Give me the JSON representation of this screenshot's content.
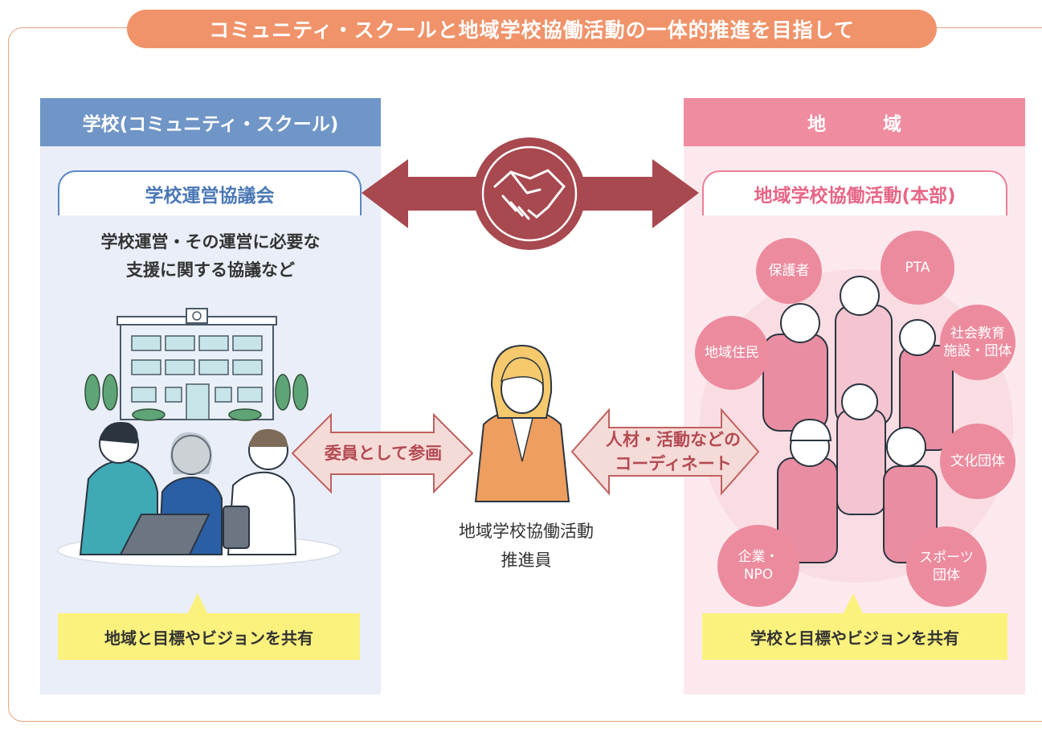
{
  "title": "コミュニティ・スクールと地域学校協働活動の一体的推進を目指して",
  "left": {
    "header": "学校(コミュニティ・スクール)",
    "box_title": "学校運営協議会",
    "desc_line1": "学校運営・その運営に必要な",
    "desc_line2": "支援に関する協議など",
    "share": "地域と目標やビジョンを共有"
  },
  "right": {
    "header": "地　域",
    "box_title": "地域学校協働活動(本部)",
    "share": "学校と目標やビジョンを共有",
    "groups": [
      {
        "line1": "保護者",
        "line2": ""
      },
      {
        "line1": "PTA",
        "line2": ""
      },
      {
        "line1": "社会教育",
        "line2": "施設・団体"
      },
      {
        "line1": "地域住民",
        "line2": ""
      },
      {
        "line1": "文化団体",
        "line2": ""
      },
      {
        "line1": "企業・",
        "line2": "NPO"
      },
      {
        "line1": "スポーツ",
        "line2": "団体"
      }
    ]
  },
  "center": {
    "left_arrow_label": "委員として参画",
    "right_arrow_line1": "人材・活動などの",
    "right_arrow_line2": "コーディネート",
    "caption_line1": "地域学校協働活動",
    "caption_line2": "推進員"
  },
  "colors": {
    "accent_orange": "#f0936a",
    "school_blue": "#7095c7",
    "community_pink": "#f08ca0",
    "handshake_red": "#a8484f",
    "highlight_yellow": "#fbf27e"
  }
}
